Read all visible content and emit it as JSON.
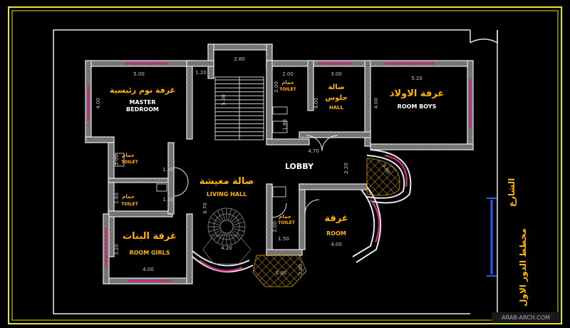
{
  "colors": {
    "background": "#000000",
    "frame": "#e6e62a",
    "wall": "#e9e9e9",
    "wall_fill": "#8a8a8a",
    "room_label": "#ffb400",
    "english_label": "#ffffff",
    "dimension": "#c8c8c8",
    "window": "#c0307a",
    "hatch": "#d4a300",
    "accent_line": "#2a5cff"
  },
  "rooms": {
    "master": {
      "ar": "غرفة نوم رئيسية",
      "en1": "MASTER",
      "en2": "BEDROOM",
      "w": "5.00",
      "h": "4.00"
    },
    "stair": {
      "w_top": "2.80",
      "w": "1.20",
      "h": "5.00"
    },
    "toilet_top": {
      "ar": "حمام",
      "en": "TOILET",
      "w": "2.00",
      "h": "2.00",
      "h2": "1.80"
    },
    "hall": {
      "ar1": "صالة",
      "ar2": "جلوس",
      "en": "HALL",
      "w": "3.00"
    },
    "boys": {
      "ar": "غرفة الاولاد",
      "en": "ROOM BOYS",
      "w": "5.20",
      "h": "4.00"
    },
    "toilet_1": {
      "ar": "حمام",
      "en": "TOILET",
      "w": "1.80",
      "h": "2.00"
    },
    "toilet_2": {
      "ar": "حمام",
      "en": "TOILET",
      "w": "1.80",
      "h": "1.60"
    },
    "lobby": {
      "en": "LOBBY",
      "w": "4.70",
      "h": "2.20",
      "arc": "3.00"
    },
    "living": {
      "ar": "صالة معيشة",
      "en": "LIVING HALL",
      "w": "4.20",
      "h": "6.70"
    },
    "girls": {
      "ar": "غرفة البنات",
      "en": "ROOM GIRLS",
      "w": "4.00",
      "h": "3.20"
    },
    "toilet_3": {
      "ar": "حمام",
      "en": "TOILET",
      "w": "1.50",
      "h": "2.00"
    },
    "room": {
      "ar": "غرفة",
      "en": "ROOM",
      "w": "4.00"
    },
    "bay": {
      "w": "3.30",
      "h": "2.00"
    }
  },
  "side_title": "مخطط الدور الاول",
  "street_label": "الشارع",
  "watermark": "ARAB-ARCH.COM"
}
